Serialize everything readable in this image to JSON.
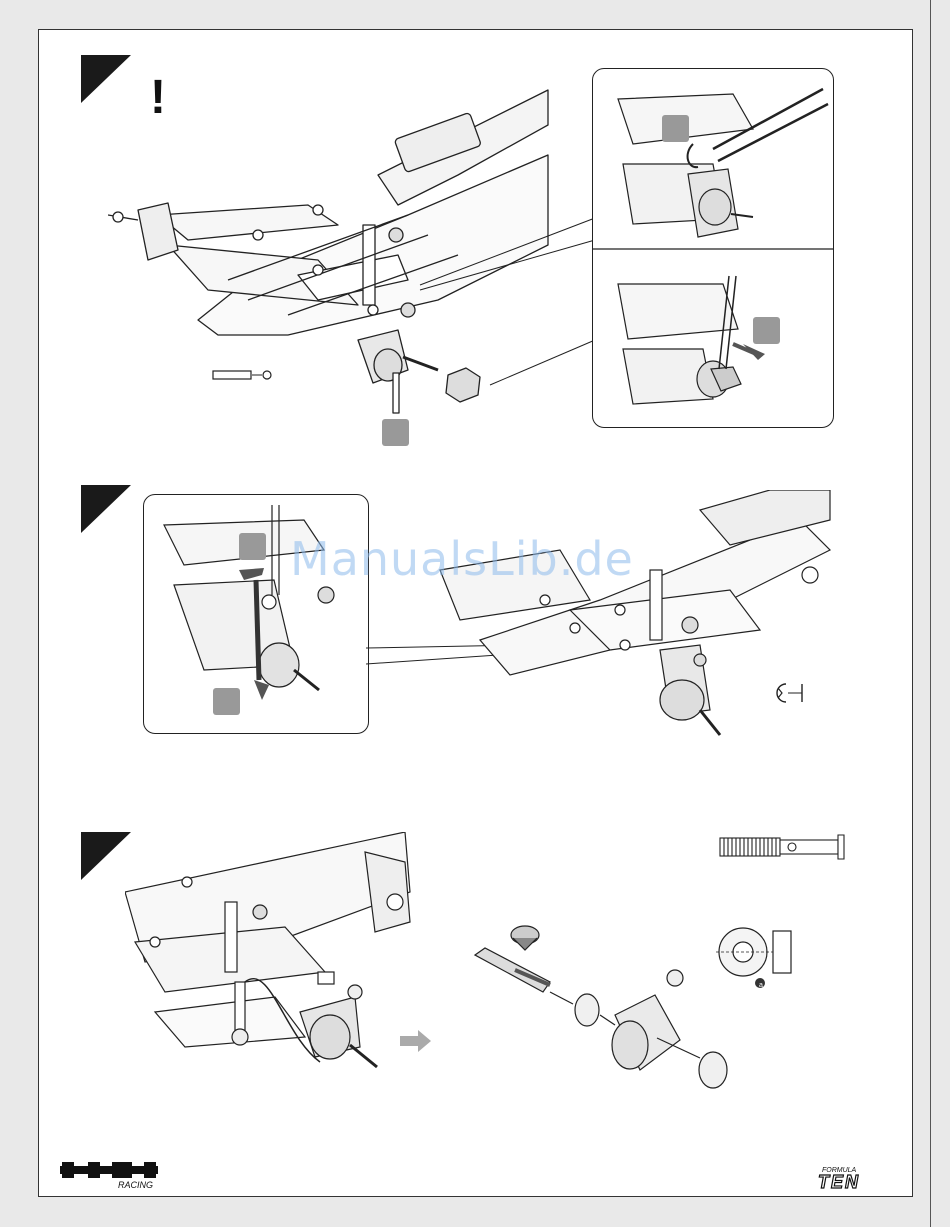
{
  "watermark": {
    "text": "ManualsLib.de"
  },
  "step1": {
    "warning_mark": "!"
  },
  "step3": {
    "washer_label": "a"
  },
  "footer": {
    "left_logo": "HPI RACING",
    "right_logo": "FORMULA TEN"
  },
  "colors": {
    "gray_box": "#999999",
    "step_triangle": "#1a1a1a",
    "watermark": "#8cb9eb"
  }
}
